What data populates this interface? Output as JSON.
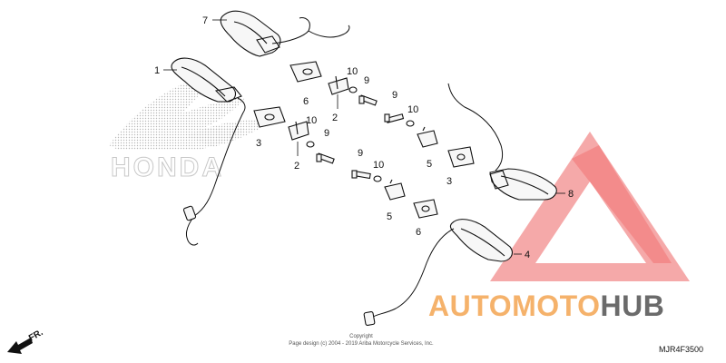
{
  "callouts": {
    "c1": "1",
    "c2a": "2",
    "c2b": "2",
    "c3a": "3",
    "c3b": "3",
    "c4": "4",
    "c5a": "5",
    "c5b": "5",
    "c6a": "6",
    "c6b": "6",
    "c7": "7",
    "c8": "8",
    "c9a": "9",
    "c9b": "9",
    "c9c": "9",
    "c9d": "9",
    "c10a": "10",
    "c10b": "10",
    "c10c": "10",
    "c10d": "10"
  },
  "logo": {
    "brand": "HONDA"
  },
  "watermark": {
    "text_part1": "AUTOMOTO",
    "text_part2": "HUB",
    "colors": {
      "orange": "#f5b26b",
      "dark": "#6b6b6b",
      "red": "#f06060"
    }
  },
  "direction_label": "FR.",
  "copyright": "Copyright\nPage design (c) 2004 - 2019 Ariba Motorcycle Services, Inc.",
  "part_code": "MJR4F3500"
}
